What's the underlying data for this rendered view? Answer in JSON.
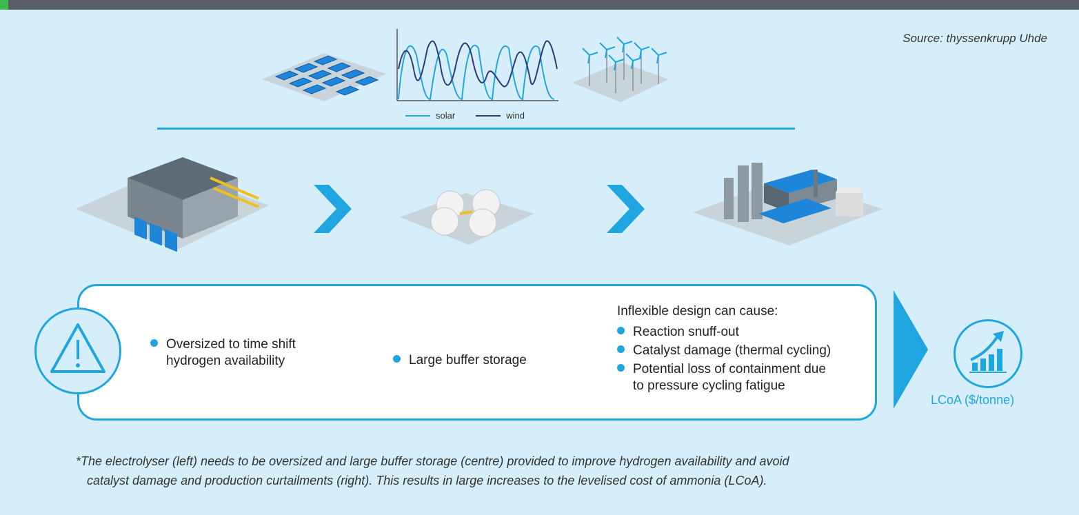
{
  "header": {
    "accent_color": "#3dba4e",
    "bar_color": "#5a5f66"
  },
  "source": "Source: thyssenkrupp Uhde",
  "legend": {
    "solar": "solar",
    "wind": "wind",
    "solar_color": "#1fa6e0",
    "wind_color": "#2d3a7a"
  },
  "process_icons": [
    "solar-panels-icon",
    "power-profile-chart",
    "wind-turbines-icon",
    "electrolyser-icon",
    "buffer-storage-icon",
    "ammonia-plant-icon"
  ],
  "impacts": {
    "electrolyser": "Oversized to time shift hydrogen availability",
    "electrolyser_line1": "Oversized to time shift",
    "electrolyser_line2": "hydrogen availability",
    "storage": "Large buffer storage",
    "plant_heading": "Inflexible design can cause:",
    "plant_items": [
      "Reaction snuff-out",
      "Catalyst damage (thermal cycling)",
      "Potential loss of containment due to pressure cycling fatigue"
    ],
    "plant_item3_line1": "Potential loss of containment due",
    "plant_item3_line2": "to pressure cycling fatigue"
  },
  "result": {
    "label": "LCoA ($/tonne)"
  },
  "footnote": {
    "line1": "*The electrolyser (left) needs to be oversized and large buffer storage (centre) provided to improve hydrogen availability and avoid",
    "line2": "catalyst damage and production curtailments (right). This results in large increases to the levelised cost of ammonia (LCoA)."
  },
  "colors": {
    "accent": "#1fa6e0",
    "background": "#d6eef9"
  }
}
